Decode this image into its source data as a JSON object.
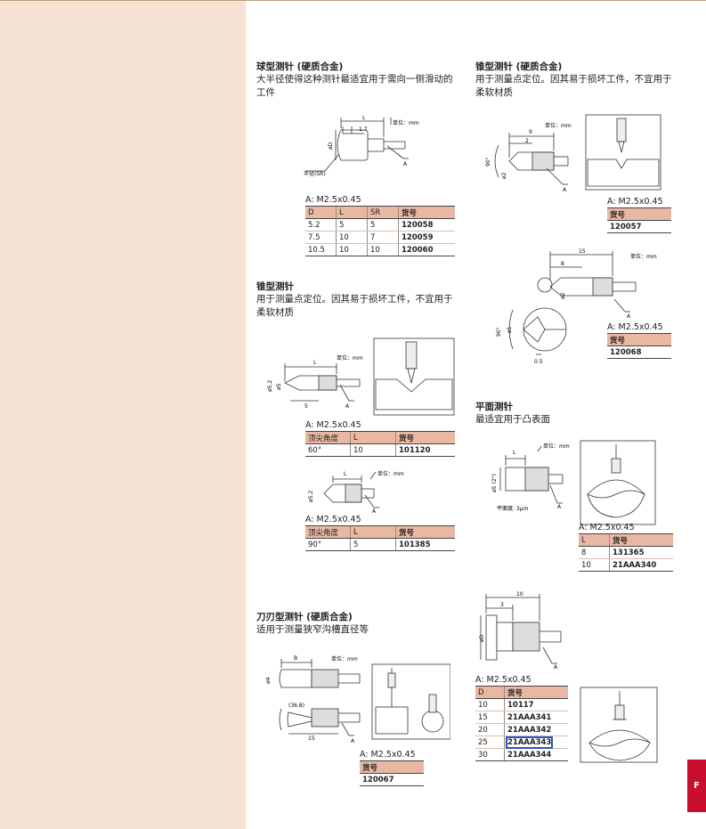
{
  "page_tab": "F",
  "ball": {
    "title": "球型测针 (硬质合金)",
    "desc": "大半径使得这种测针最适宜用于需向一侧滑动的工件",
    "unit": "单位：mm",
    "dim_l": "L",
    "dim_17": "1.7",
    "dim_d": "øD",
    "radius": "半径(SR)",
    "a": "A",
    "thread": "A: M2.5x0.45",
    "headers": [
      "D",
      "L",
      "SR",
      "货号"
    ],
    "rows": [
      [
        "5.2",
        "5",
        "5",
        "120058"
      ],
      [
        "7.5",
        "10",
        "7",
        "120059"
      ],
      [
        "10.5",
        "10",
        "10",
        "120060"
      ]
    ]
  },
  "cone_left": {
    "title": "锥型测针",
    "desc": "用于测量点定位。因其易于损坏工件，不宜用于柔软材质",
    "unit": "单位：mm",
    "dim_l": "L",
    "dim_52": "ø5.2",
    "dim_5": "ø5",
    "dim_5b": "5",
    "a": "A",
    "thread1": "A: M2.5x0.45",
    "headers1": [
      "顶尖角度",
      "L",
      "货号"
    ],
    "rows1": [
      [
        "60°",
        "10",
        "101120"
      ]
    ],
    "unit2": "单位：mm",
    "dim_l2": "L",
    "dim_52b": "ø5.2",
    "a2": "A",
    "thread2": "A: M2.5x0.45",
    "headers2": [
      "顶尖角度",
      "L",
      "货号"
    ],
    "rows2": [
      [
        "90°",
        "5",
        "101385"
      ]
    ]
  },
  "knife": {
    "title": "刀刃型测针 (硬质合金)",
    "desc": "适用于测量狭窄沟槽直径等",
    "unit": "单位：mm",
    "dim_b": "B",
    "dim_4": "ø4",
    "dim_368": "(36.8)",
    "dim_15": "15",
    "a": "A",
    "thread": "A: M2.5x0.45",
    "headers": [
      "货号"
    ],
    "rows": [
      [
        "120067"
      ]
    ]
  },
  "cone_right": {
    "title": "锥型测针 (硬质合金)",
    "desc": "用于测量点定位。因其易于损坏工件，不宜用于柔软材质",
    "unit": "单位：mm",
    "dim_9": "9",
    "dim_2": "2",
    "dim_90": "90°",
    "dim_d2": "ø2",
    "a": "A",
    "thread": "A: M2.5x0.45",
    "headers": [
      "货号"
    ],
    "rows": [
      [
        "120057"
      ]
    ]
  },
  "cone_right2": {
    "unit": "单位：mm",
    "dim_15": "15",
    "dim_8": "8",
    "dim_d2": "ø2",
    "dim_90": "90°",
    "dim_d1": "ø1",
    "dim_05": "0.5",
    "a": "A",
    "thread": "A: M2.5x0.45",
    "headers": [
      "货号"
    ],
    "rows": [
      [
        "120068"
      ]
    ]
  },
  "flat": {
    "title": "平面测针",
    "desc": "最适宜用于凸表面",
    "unit": "单位：mm",
    "dim_l": "L",
    "dim_d": "ø5 (2°)",
    "flatness": "平面度: 3μm",
    "a": "A",
    "thread": "A: M2.5x0.45",
    "headers": [
      "L",
      "货号"
    ],
    "rows": [
      [
        "8",
        "131365"
      ],
      [
        "10",
        "21AAA340"
      ]
    ]
  },
  "disk": {
    "dim_10": "10",
    "dim_3": "3",
    "dim_d": "øD",
    "a": "A",
    "thread": "A: M2.5x0.45",
    "headers": [
      "D",
      "货号"
    ],
    "rows": [
      [
        "10",
        "10117"
      ],
      [
        "15",
        "21AAA341"
      ],
      [
        "20",
        "21AAA342"
      ],
      [
        "25",
        "21AAA343"
      ],
      [
        "30",
        "21AAA344"
      ]
    ]
  }
}
